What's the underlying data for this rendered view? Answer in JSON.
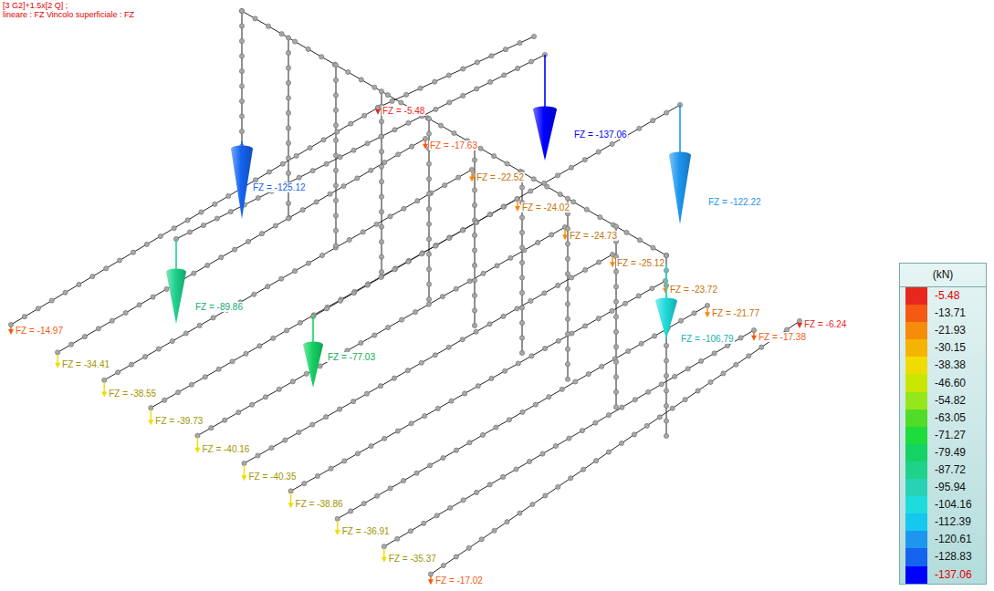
{
  "diagram": {
    "labels": [
      "[3 G2]+1.5x[2 Q] ;",
      "lineare : FZ Vincolo superficiale : FZ",
      "FZ = -125.12",
      "FZ = -5.48",
      "FZ = -137.06",
      "FZ = -17.63",
      "FZ = -22.52",
      "FZ = -24.02",
      "FZ = -24.73",
      "FZ = -25.12",
      "FZ = -122.22",
      "FZ = -23.72",
      "FZ = -21.77",
      "FZ = -106.79",
      "FZ = -17.38",
      "FZ = -6.24",
      "FZ = -14.97",
      "FZ = -89.86",
      "FZ = -77.03",
      "FZ = -34.41",
      "FZ = -38.55",
      "FZ = -39.73",
      "FZ = -40.16",
      "FZ = -40.35",
      "FZ = -38.86",
      "FZ = -36.91",
      "FZ = -35.37",
      "FZ = -17.02",
      "(kN)"
    ],
    "legend": [
      {
        "text": "-5.48",
        "color": "#e8281e"
      },
      {
        "text": "-13.71",
        "color": "#f55a14"
      },
      {
        "text": "-21.93",
        "color": "#f58c0a"
      },
      {
        "text": "-30.15",
        "color": "#f5b400"
      },
      {
        "text": "-38.38",
        "color": "#f0dc00"
      },
      {
        "text": "-46.60",
        "color": "#c8e600"
      },
      {
        "text": "-54.82",
        "color": "#96e61e"
      },
      {
        "text": "-63.05",
        "color": "#50dc28"
      },
      {
        "text": "-71.27",
        "color": "#1edc3c"
      },
      {
        "text": "-79.49",
        "color": "#14d264"
      },
      {
        "text": "-87.72",
        "color": "#1ed28c"
      },
      {
        "text": "-95.94",
        "color": "#28d2b4"
      },
      {
        "text": "-104.16",
        "color": "#1edcdc"
      },
      {
        "text": "-112.39",
        "color": "#14c8f0"
      },
      {
        "text": "-120.61",
        "color": "#1e96f0"
      },
      {
        "text": "-128.83",
        "color": "#1464f0"
      },
      {
        "text": "-137.06",
        "color": "#0000ff"
      }
    ]
  }
}
